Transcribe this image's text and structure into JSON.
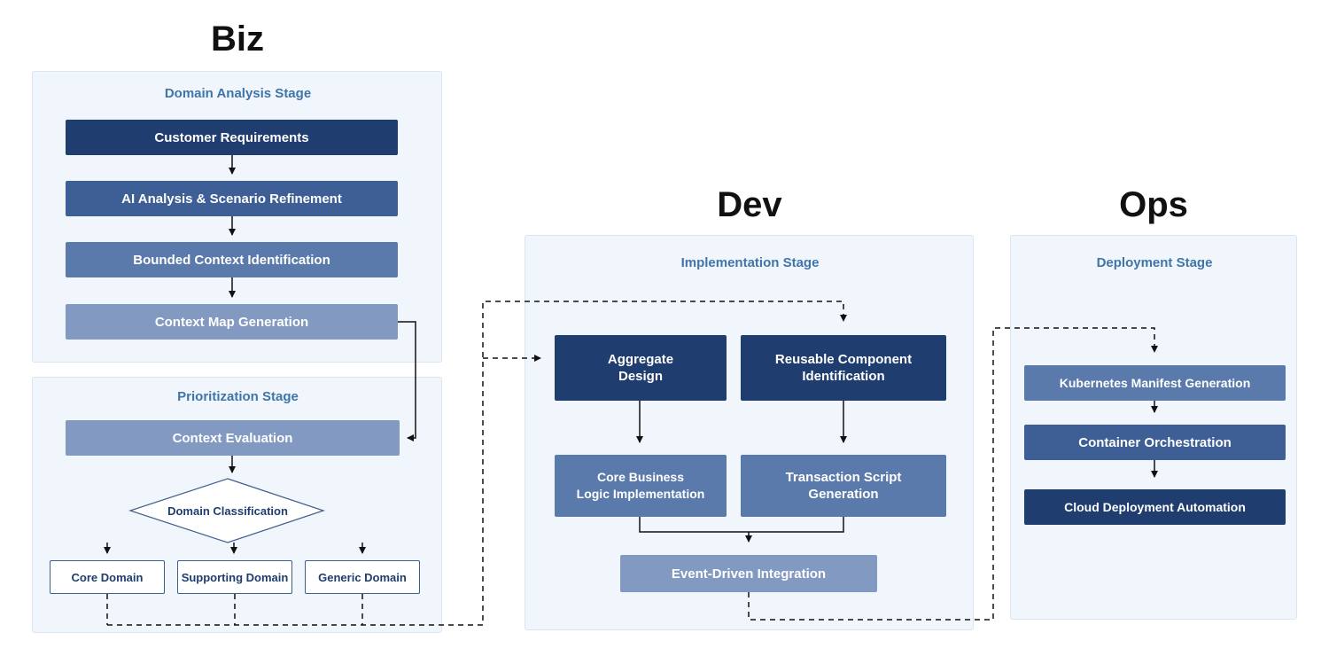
{
  "columns": {
    "biz": "Biz",
    "dev": "Dev",
    "ops": "Ops"
  },
  "stages": {
    "domain_analysis": {
      "title": "Domain Analysis Stage",
      "steps": [
        "Customer Requirements",
        "AI Analysis & Scenario Refinement",
        "Bounded Context Identification",
        "Context Map Generation"
      ]
    },
    "prioritization": {
      "title": "Prioritization Stage",
      "evaluation": "Context Evaluation",
      "decision": "Domain Classification",
      "domains": [
        "Core Domain",
        "Supporting Domain",
        "Generic Domain"
      ]
    },
    "implementation": {
      "title": "Implementation Stage",
      "aggregate": "Aggregate\nDesign",
      "reusable": "Reusable Component\nIdentification",
      "core_logic": "Core Business\nLogic Implementation",
      "transaction": "Transaction Script\nGeneration",
      "event": "Event-Driven Integration"
    },
    "deployment": {
      "title": "Deployment Stage",
      "steps": [
        "Kubernetes Manifest Generation",
        "Container Orchestration",
        "Cloud Deployment Automation"
      ]
    }
  },
  "colors": {
    "darkest": "#1f3d6e",
    "dark": "#3d5f95",
    "medium": "#5a7aab",
    "light": "#8299c2",
    "stage_bg": "#f1f6fc",
    "stage_title": "#3f75a8"
  }
}
